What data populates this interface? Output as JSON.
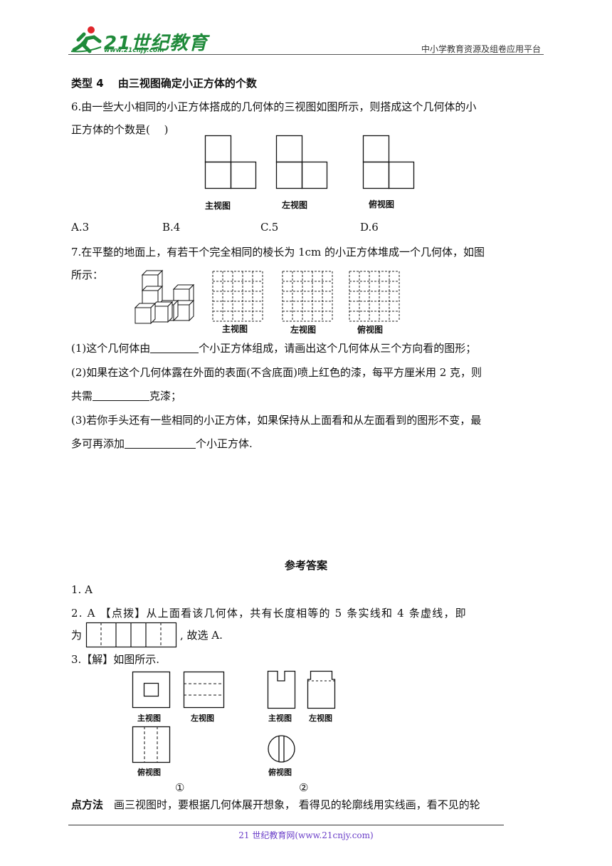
{
  "header": {
    "logo_text": "21世纪教育",
    "logo_url": "www.21cnjy.com",
    "site_name": "中小学教育资源及组卷应用平台"
  },
  "section": {
    "title": "类型 4　 由三视图确定小正方体的个数"
  },
  "q6": {
    "text_line1": "6.由一些大小相同的小正方体搭成的几何体的三视图如图所示，则搭成这个几何体的小",
    "text_line2": "正方体的个数是(　 )",
    "view_labels": [
      "主视图",
      "左视图",
      "俯视图"
    ],
    "options": [
      "A.3",
      "B.4",
      "C.5",
      "D.6"
    ]
  },
  "q7": {
    "text_line1": "7.在平整的地面上，有若干个完全相同的棱长为 1cm 的小正方体堆成一个几何体，如图",
    "text_line2": "所示：",
    "view_labels": [
      "主视图",
      "左视图",
      "俯视图"
    ],
    "p1_a": "(1)这个几何体由",
    "p1_b": "个小正方体组成，请画出这个几何体从三个方向看的图形；",
    "p2_line1": "(2)如果在这个几何体露在外面的表面(不含底面)喷上红色的漆，每平方厘米用 2 克，则",
    "p2_a": "共需",
    "p2_b": "克漆；",
    "p3_line1": "(3)若你手头还有一些相同的小正方体，如果保持从上面看和从左面看到的图形不变，最",
    "p3_a": "多可再添加",
    "p3_b": "个小正方体."
  },
  "answers": {
    "title": "参考答案",
    "a1": "1.  A",
    "a2_line1": "2.  A 【点拨】从上面看该几何体，共有长度相等的 5 条实线和 4 条虚线，即",
    "a2_prefix": "为",
    "a2_suffix": ", 故选  A.",
    "a3": "3.【解】如图所示.",
    "fig1_labels": [
      "主视图",
      "左视图",
      "俯视图"
    ],
    "fig2_labels": [
      "主视图",
      "左视图",
      "俯视图"
    ],
    "fig_numbers": [
      "①",
      "②"
    ],
    "method_title": "点方法",
    "method_text": "　画三视图时，要根据几何体展开想象，  看得见的轮廓线用实线画，看不见的轮"
  },
  "footer": {
    "text": "21 世纪教育网(www.21cnjy.com)"
  },
  "colors": {
    "logo": "#1f8a3a",
    "footer": "#6a3ec8"
  }
}
